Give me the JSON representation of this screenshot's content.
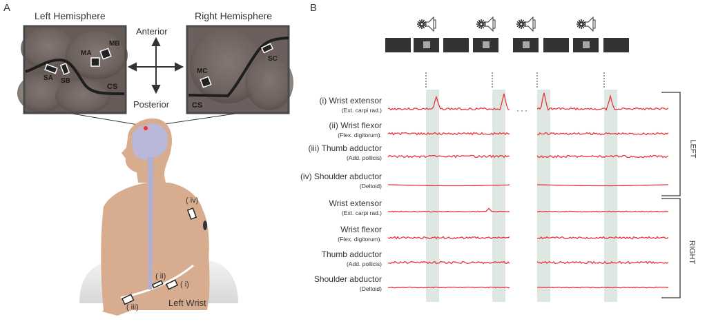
{
  "panel_a": {
    "letter": "A",
    "left_hemisphere": {
      "title": "Left Hemisphere",
      "electrodes": [
        {
          "label": "MA",
          "type": "motor"
        },
        {
          "label": "MB",
          "type": "motor"
        },
        {
          "label": "SA",
          "type": "sensory"
        },
        {
          "label": "SB",
          "type": "sensory"
        }
      ],
      "sulcus_label": "CS"
    },
    "right_hemisphere": {
      "title": "Right Hemisphere",
      "electrodes": [
        {
          "label": "MC",
          "type": "motor"
        },
        {
          "label": "SC",
          "type": "sensory"
        }
      ],
      "sulcus_label": "CS"
    },
    "directions": {
      "anterior": "Anterior",
      "posterior": "Posterior"
    },
    "body": {
      "emg_sites": [
        {
          "label": "( i)"
        },
        {
          "label": "( ii)"
        },
        {
          "label": "( iii)"
        },
        {
          "label": "( iv)"
        }
      ],
      "wrist_label": "Left Wrist"
    },
    "colors": {
      "skin": "#d8ad8f",
      "brain": "#b9b8da",
      "cortex": "#6e625e",
      "frame": "#4a4a4a"
    }
  },
  "panel_b": {
    "letter": "B",
    "trial_sequence": [
      {
        "stimulus": false
      },
      {
        "stimulus": true
      },
      {
        "stimulus": false
      },
      {
        "stimulus": true
      },
      {
        "gap": true
      },
      {
        "stimulus": true
      },
      {
        "stimulus": false
      },
      {
        "stimulus": true
      },
      {
        "stimulus": false
      }
    ],
    "stimulus_icon": "flash-and-speaker-icon",
    "ellipsis": "···",
    "groups": [
      {
        "label": "LEFT",
        "rows": [
          0,
          1,
          2,
          3
        ]
      },
      {
        "label": "RIGHT",
        "rows": [
          4,
          5,
          6,
          7
        ]
      }
    ],
    "channels": [
      {
        "name": "(i) Wrist extensor",
        "sub": "(Ext. carpi  rad.)",
        "side": "LEFT",
        "response": "large"
      },
      {
        "name": "(ii) Wrist flexor",
        "sub": "(Flex. digitorum).",
        "side": "LEFT",
        "response": "none"
      },
      {
        "name": "(iii) Thumb adductor",
        "sub": "(Add. pollicis)",
        "side": "LEFT",
        "response": "none"
      },
      {
        "name": "(iv) Shoulder abductor",
        "sub": "(Deltoid)",
        "side": "LEFT",
        "response": "none"
      },
      {
        "name": "Wrist extensor",
        "sub": "(Ext. carpi  rad.)",
        "side": "RIGHT",
        "response": "small"
      },
      {
        "name": "Wrist flexor",
        "sub": "(Flex. digitorum).",
        "side": "RIGHT",
        "response": "none"
      },
      {
        "name": "Thumb adductor",
        "sub": "(Add. pollicis)",
        "side": "RIGHT",
        "response": "none"
      },
      {
        "name": "Shoulder abductor",
        "sub": "(Deltoid)",
        "side": "RIGHT",
        "response": "none"
      }
    ],
    "colors": {
      "trace": "#e8333a",
      "window": "#dfe7e3",
      "block": "#333333",
      "cue": "#a8a8a8"
    }
  }
}
